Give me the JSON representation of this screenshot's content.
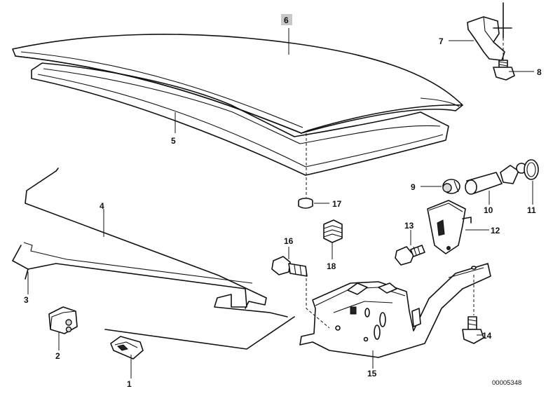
{
  "diagram": {
    "callouts": {
      "c1": "1",
      "c2": "2",
      "c3": "3",
      "c4": "4",
      "c5": "5",
      "c6": "6",
      "c7": "7",
      "c8": "8",
      "c9": "9",
      "c10": "10",
      "c11": "11",
      "c12": "12",
      "c13": "13",
      "c14": "14",
      "c15": "15",
      "c16": "16",
      "c17": "17",
      "c18": "18"
    },
    "highlighted_callout": "6",
    "highlight_color": "#c8c8c8",
    "drawing_code": "00005348"
  }
}
